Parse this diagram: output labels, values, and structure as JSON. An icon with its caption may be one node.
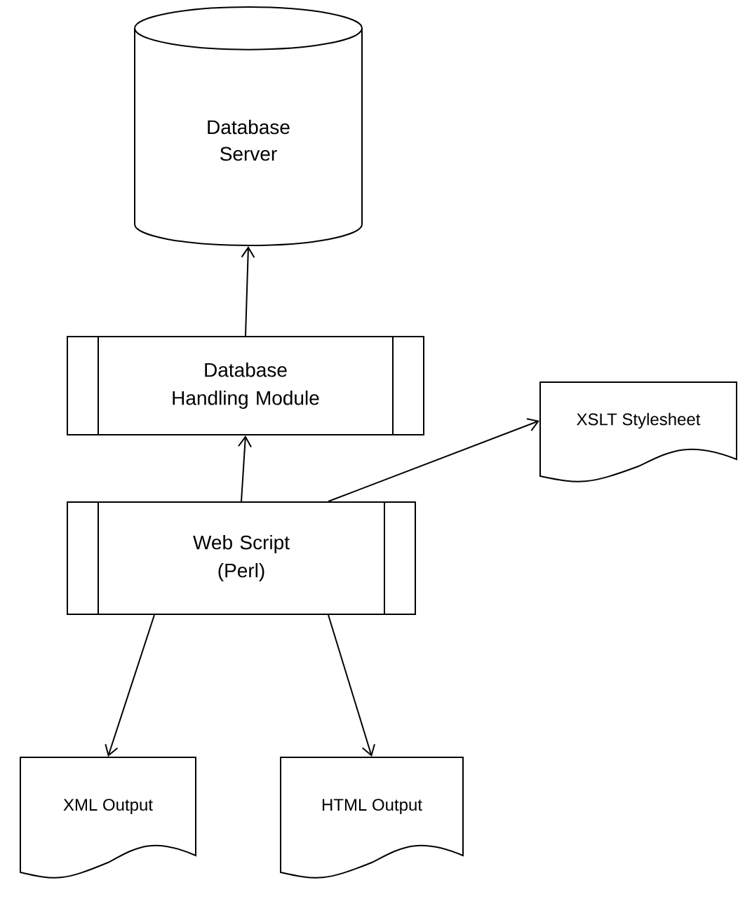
{
  "diagram": {
    "nodes": [
      {
        "text": [
          "Database Server"
        ]
      },
      {
        "text": [
          "Database Handling Module"
        ]
      },
      {
        "text": [
          "Web Script (Perl)"
        ]
      },
      {
        "text": [
          "XSLT Stylesheet"
        ]
      },
      {
        "text": [
          "XML Output"
        ]
      },
      {
        "text": [
          "HTML Output"
        ]
      }
    ],
    "edges": [
      {
        "from": 1,
        "to": 0,
        "arrow": "to"
      },
      {
        "from": 2,
        "to": 1,
        "arrow": "to"
      },
      {
        "from": 2,
        "to": 3,
        "arrow": "to"
      },
      {
        "from": 2,
        "to": 4,
        "arrow": "to"
      },
      {
        "from": 2,
        "to": 5,
        "arrow": "to"
      }
    ]
  }
}
